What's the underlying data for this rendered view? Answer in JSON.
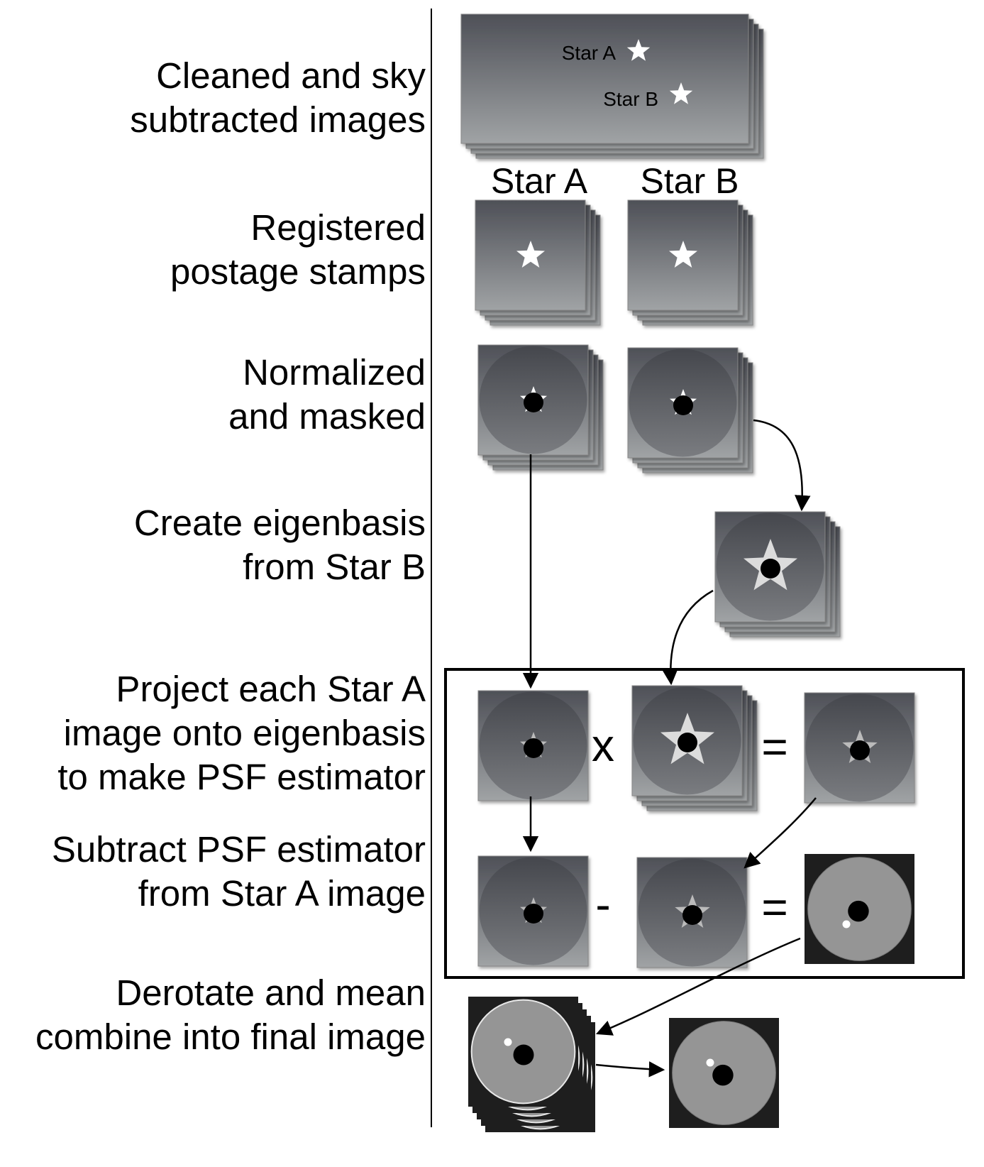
{
  "steps": [
    {
      "lines": [
        "Cleaned and sky",
        "subtracted images"
      ]
    },
    {
      "lines": [
        "Registered",
        "postage stamps"
      ]
    },
    {
      "lines": [
        "Normalized",
        "and masked"
      ]
    },
    {
      "lines": [
        "Create eigenbasis",
        "from Star B"
      ]
    },
    {
      "lines": [
        "Project each Star A",
        "image onto eigenbasis",
        "to make PSF estimator"
      ]
    },
    {
      "lines": [
        "Subtract PSF estimator",
        "from Star A image"
      ]
    },
    {
      "lines": [
        "Derotate and mean",
        "combine into final image"
      ]
    }
  ],
  "frame_labels": {
    "star_a_small": "Star A",
    "star_b_small": "Star B"
  },
  "column_headers": {
    "star_a": "Star A",
    "star_b": "Star B"
  },
  "operators": {
    "multiply": "x",
    "equals_1": "=",
    "minus": "-",
    "equals_2": "="
  },
  "colors": {
    "frame_top": "#4e5057",
    "frame_bottom": "#a0a3a5",
    "disk_top": "#45474d",
    "disk_bottom": "#7a7c80",
    "residual_bg": "#1e1e1e",
    "residual_disk": "#959595",
    "outline": "#000000"
  }
}
